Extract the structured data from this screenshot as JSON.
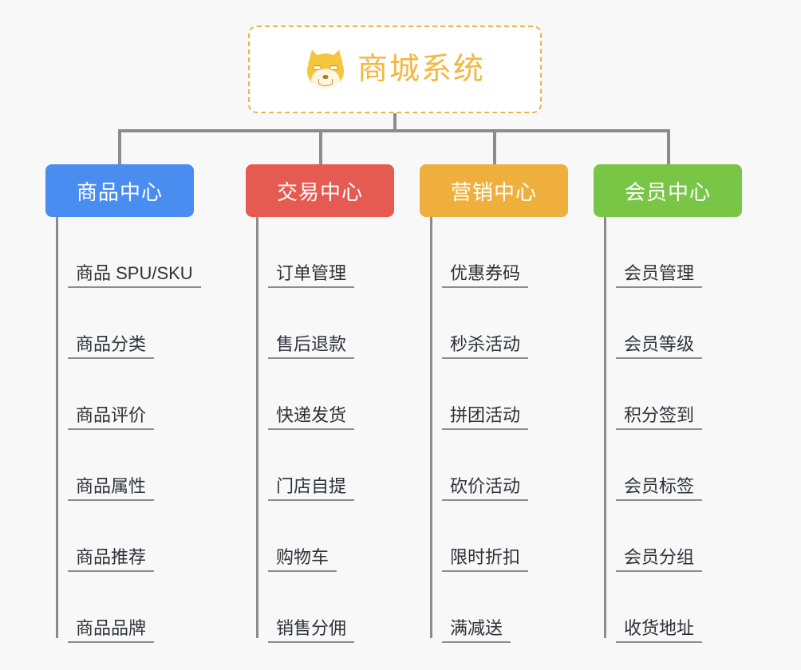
{
  "root": {
    "title": "商城系统",
    "icon": "shiba-inu-face-emoji",
    "text_color": "#f3b740",
    "border_color": "#e8b44c"
  },
  "canvas": {
    "background": "#f8f8f8",
    "connector_color": "#8c8c8c"
  },
  "branches": [
    {
      "label": "商品中心",
      "color": "#4a8df0",
      "items": [
        "商品 SPU/SKU",
        "商品分类",
        "商品评价",
        "商品属性",
        "商品推荐",
        "商品品牌"
      ]
    },
    {
      "label": "交易中心",
      "color": "#e55b52",
      "items": [
        "订单管理",
        "售后退款",
        "快递发货",
        "门店自提",
        "购物车",
        "销售分佣"
      ]
    },
    {
      "label": "营销中心",
      "color": "#eeaf3c",
      "items": [
        "优惠券码",
        "秒杀活动",
        "拼团活动",
        "砍价活动",
        "限时折扣",
        "满减送"
      ]
    },
    {
      "label": "会员中心",
      "color": "#79c546",
      "items": [
        "会员管理",
        "会员等级",
        "积分签到",
        "会员标签",
        "会员分组",
        "收货地址"
      ]
    }
  ]
}
